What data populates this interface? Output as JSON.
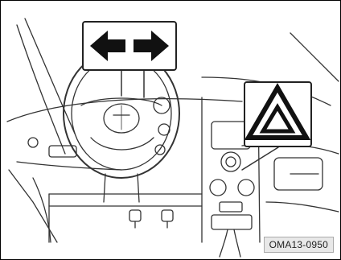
{
  "figure": {
    "code": "OMA13-0950",
    "callouts": [
      {
        "id": "turn-signal",
        "icon": "double-arrow-icon"
      },
      {
        "id": "hazard",
        "icon": "hazard-triangle-icon"
      }
    ]
  }
}
